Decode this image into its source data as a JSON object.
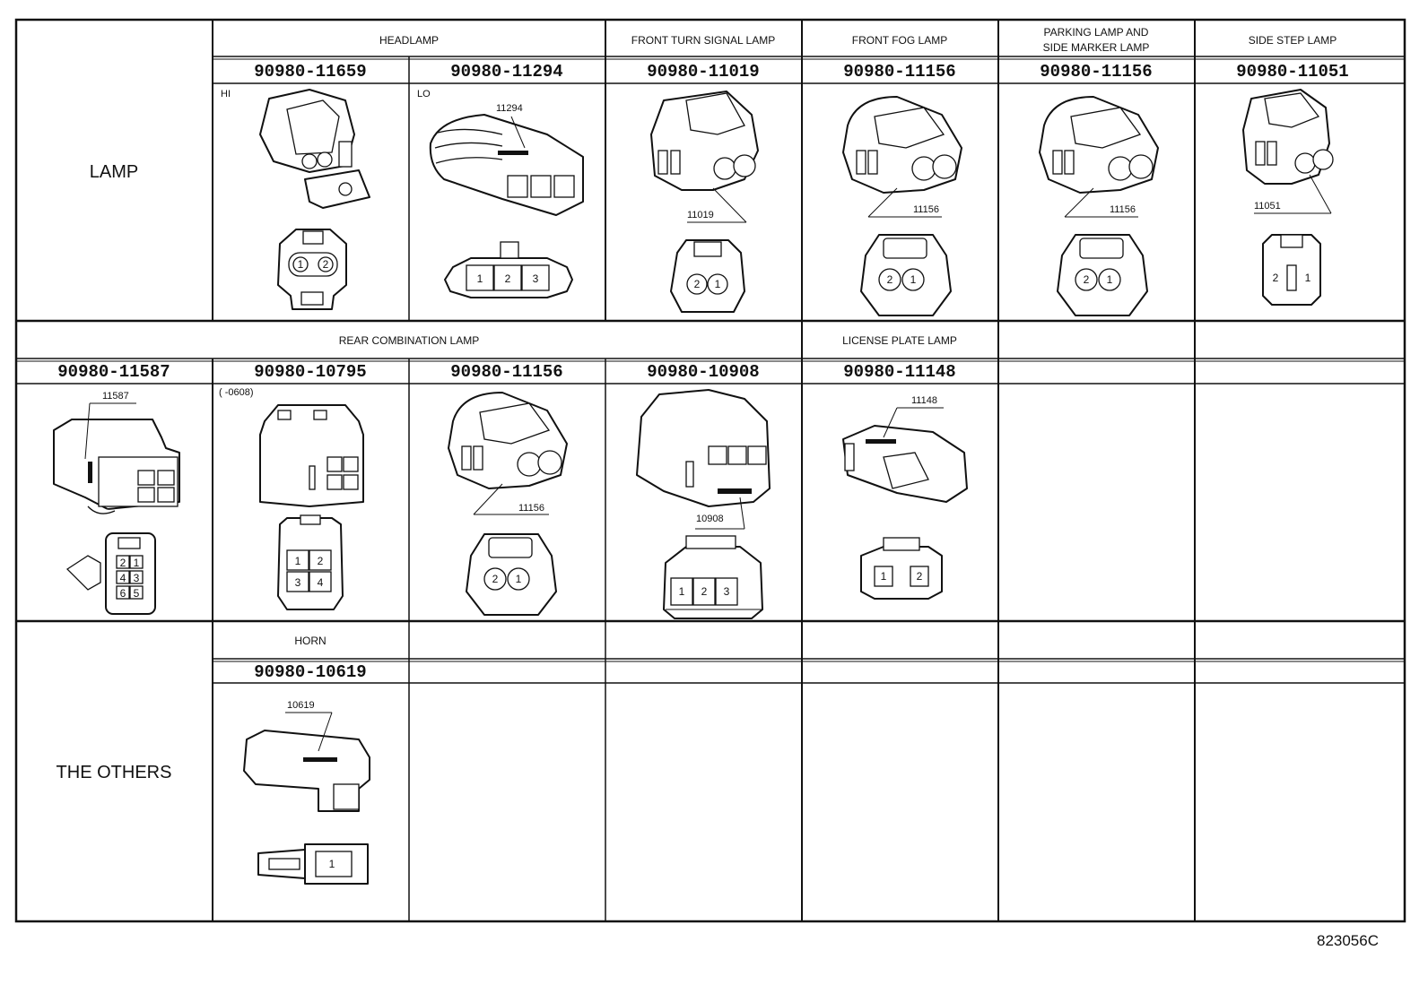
{
  "sections": {
    "lamp": "LAMP",
    "the_others": "THE OTHERS"
  },
  "row1": {
    "headers": {
      "headlamp": "HEADLAMP",
      "front_turn": "FRONT TURN SIGNAL LAMP",
      "front_fog": "FRONT FOG LAMP",
      "parking_1": "PARKING LAMP AND",
      "parking_2": "SIDE MARKER LAMP",
      "side_step": "SIDE STEP LAMP"
    },
    "parts": [
      "90980-11659",
      "90980-11294",
      "90980-11019",
      "90980-11156",
      "90980-11156",
      "90980-11051"
    ],
    "notes": {
      "hi": "HI",
      "lo": "LO",
      "c11294": "11294",
      "c11019": "11019",
      "c11156a": "11156",
      "c11156b": "11156",
      "c11051": "11051"
    }
  },
  "row2": {
    "headers": {
      "rear_combination": "REAR COMBINATION LAMP",
      "license_plate": "LICENSE PLATE LAMP"
    },
    "parts": [
      "90980-11587",
      "90980-10795",
      "90980-11156",
      "90980-10908",
      "90980-11148"
    ],
    "notes": {
      "c11587": "11587",
      "date_range": "(      -0608)",
      "c11156": "11156",
      "c10908": "10908",
      "c11148": "11148"
    }
  },
  "row3": {
    "headers": {
      "horn": "HORN"
    },
    "parts": [
      "90980-10619"
    ],
    "notes": {
      "c10619": "10619"
    }
  },
  "pins": {
    "one": "1",
    "two": "2",
    "three": "3",
    "four": "4",
    "five": "5",
    "six": "6"
  },
  "footer": {
    "code": "823056C"
  }
}
